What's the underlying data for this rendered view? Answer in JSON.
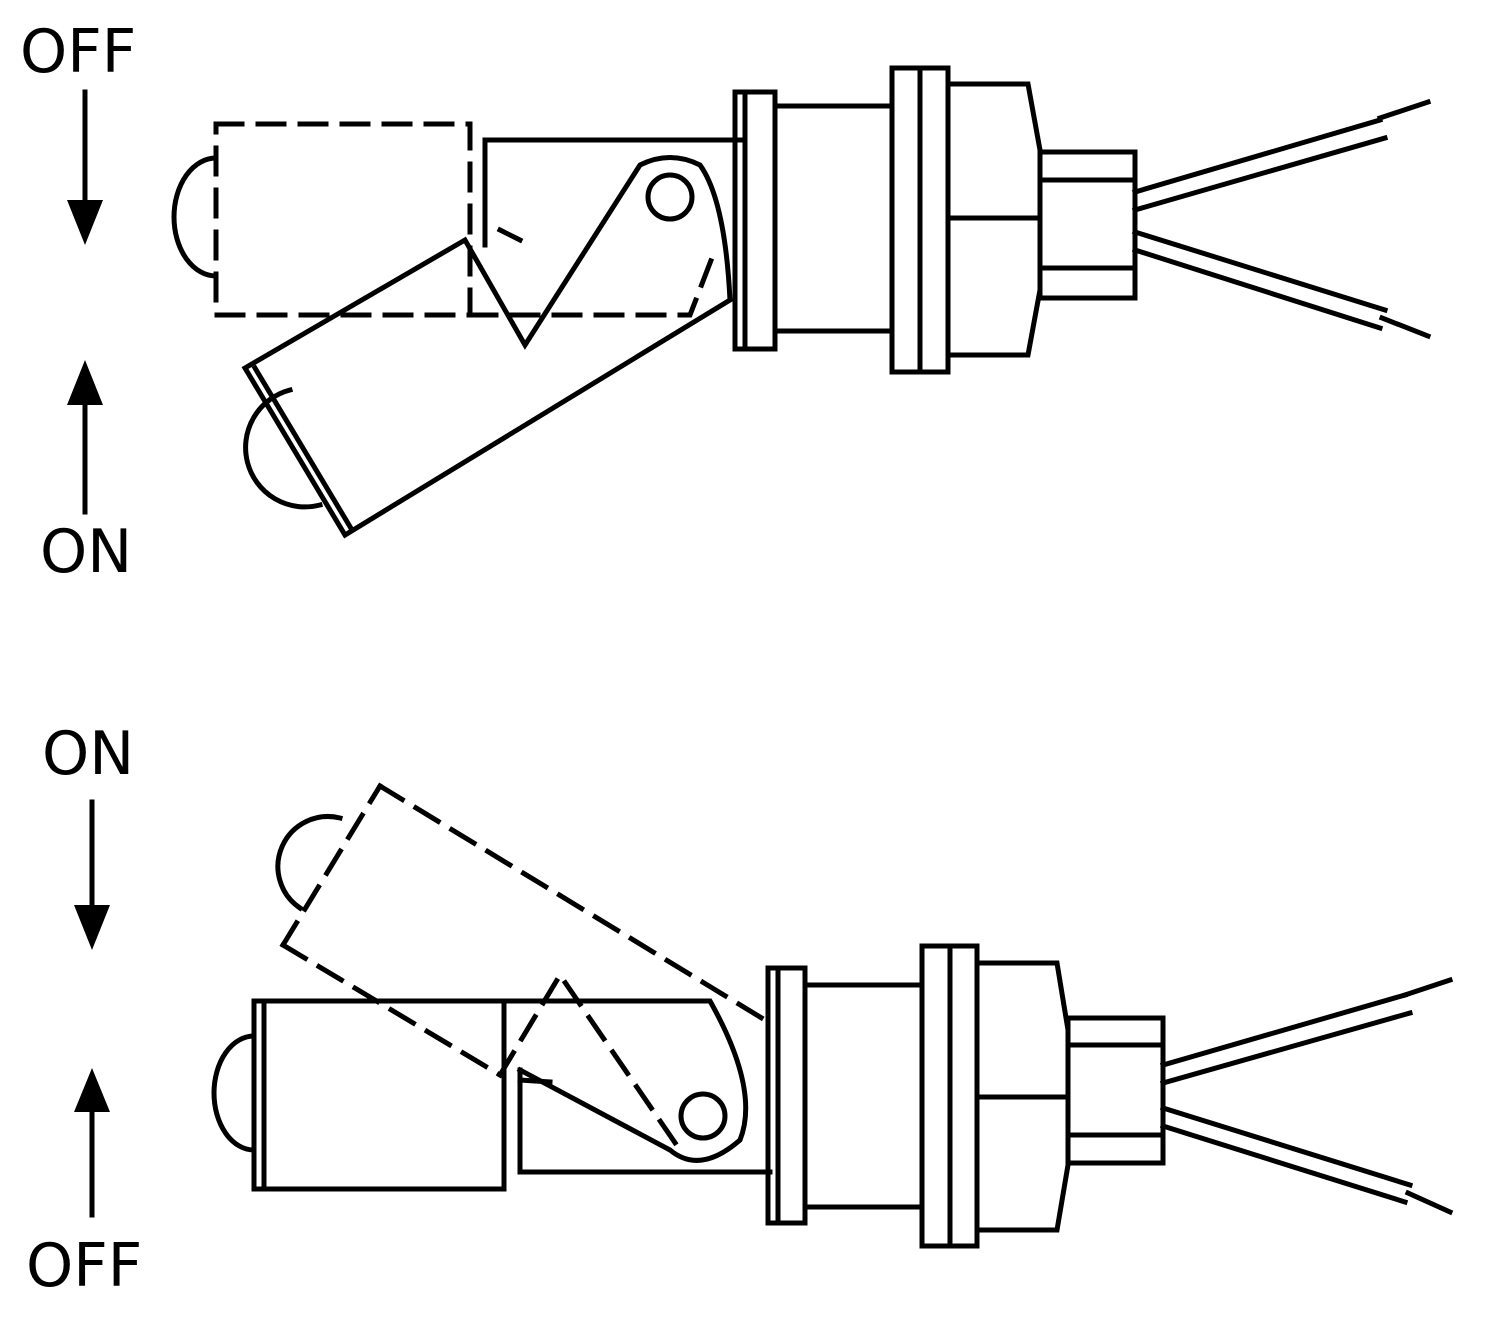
{
  "diagrams": [
    {
      "labels": {
        "top": "OFF",
        "bottom": "ON"
      },
      "arrows": {
        "top": "down",
        "bottom": "up"
      },
      "solid_position": "ON",
      "dashed_position": "OFF"
    },
    {
      "labels": {
        "top": "ON",
        "bottom": "OFF"
      },
      "arrows": {
        "top": "down",
        "bottom": "up"
      },
      "solid_position": "OFF",
      "dashed_position": "ON"
    }
  ],
  "colors": {
    "line": "#000000",
    "background": "#ffffff"
  },
  "icons": [
    "arrow-down-icon",
    "arrow-up-icon"
  ]
}
